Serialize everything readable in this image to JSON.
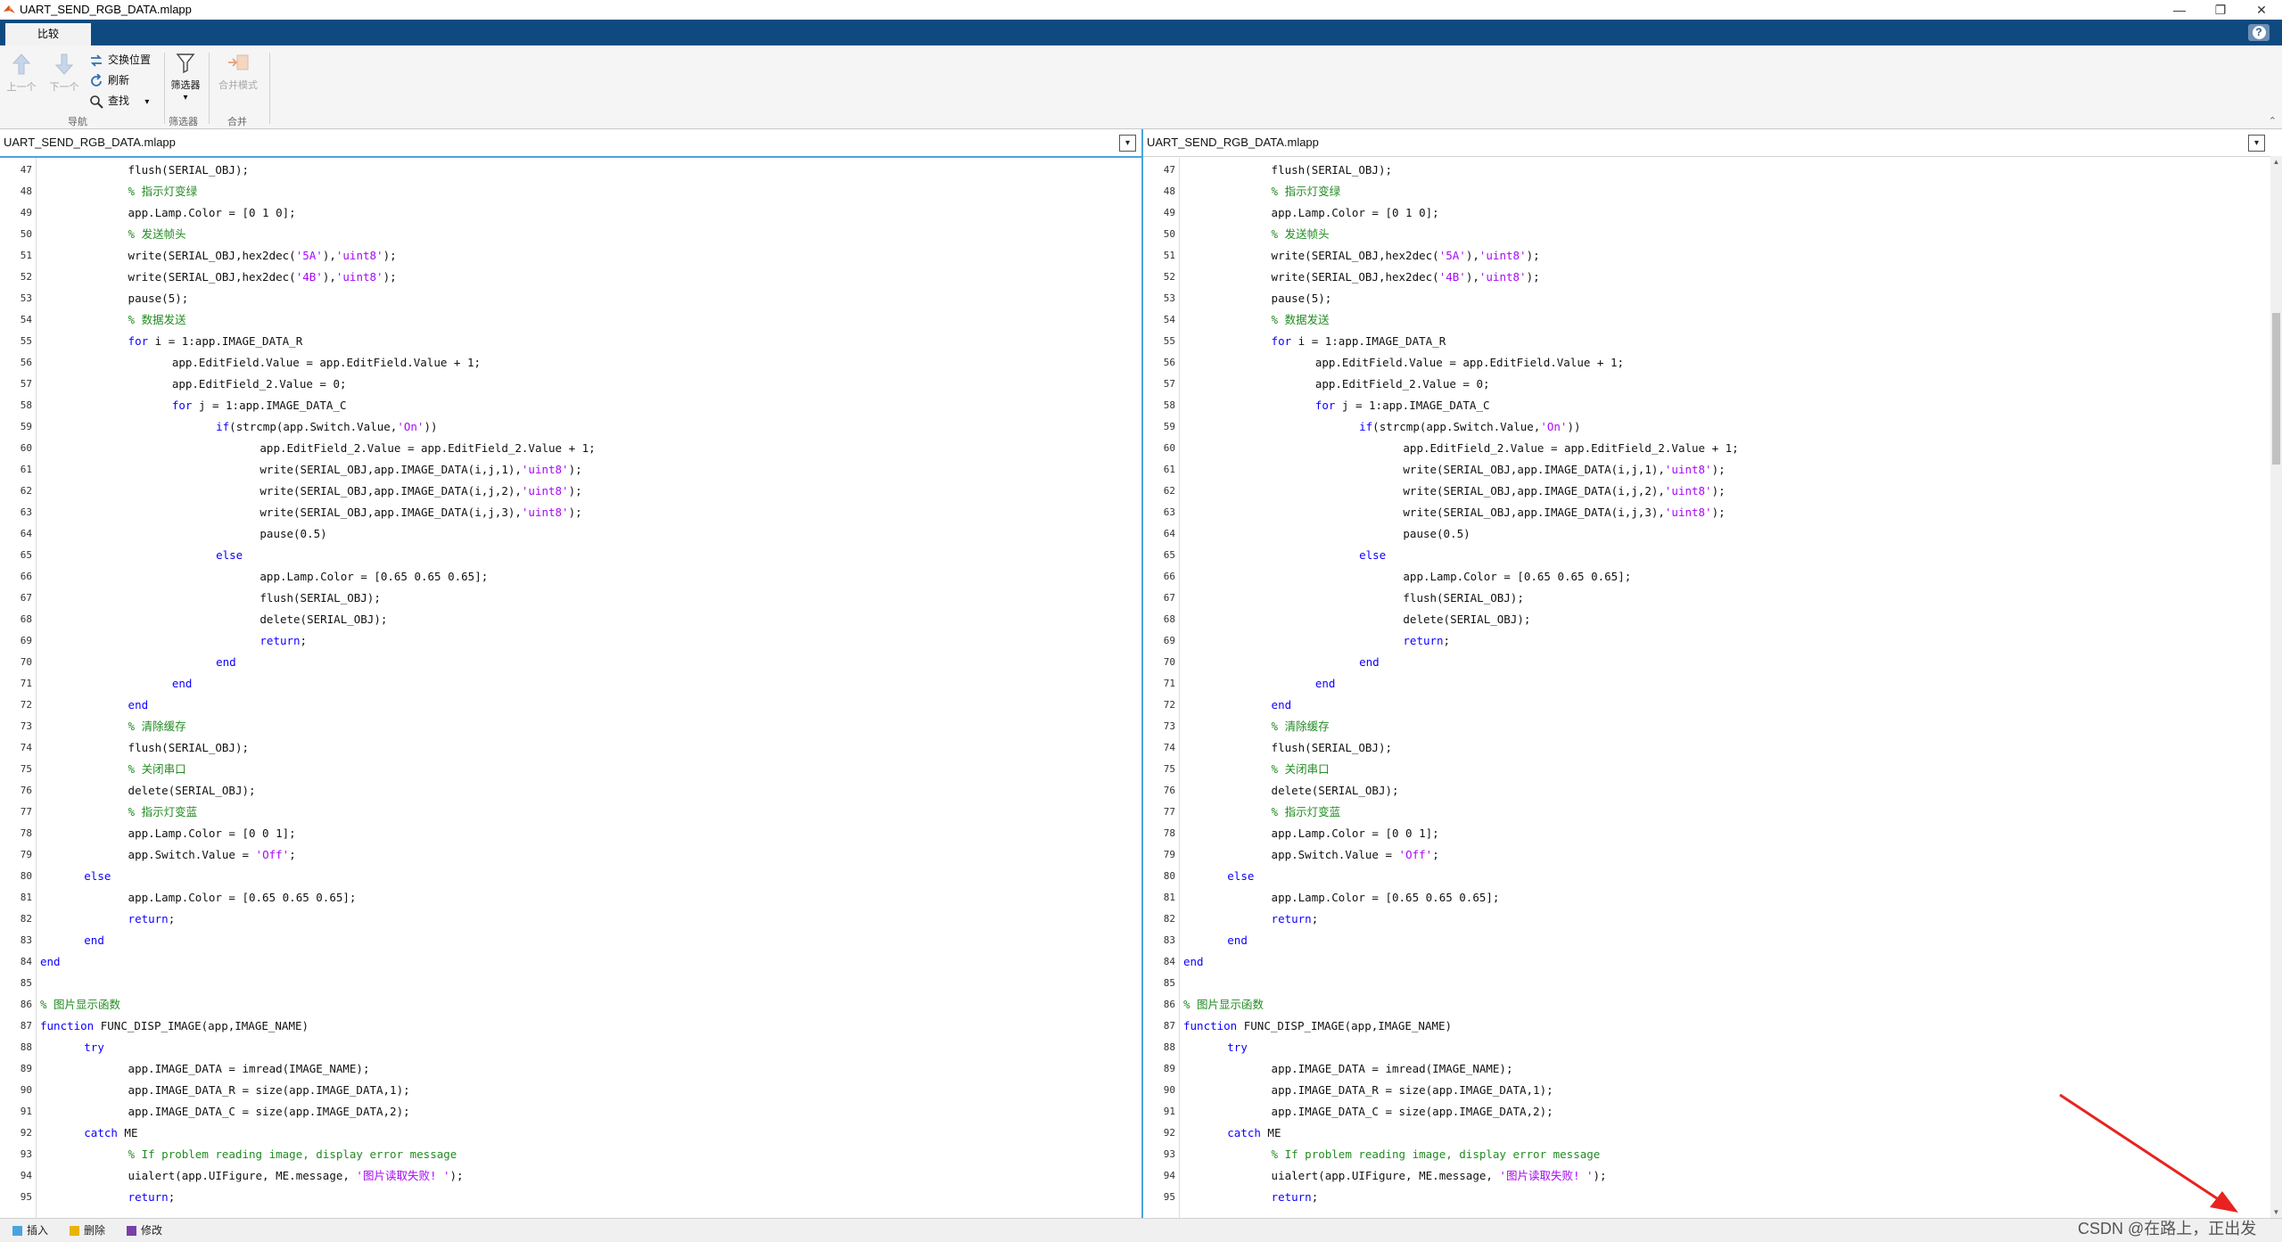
{
  "window": {
    "title": "UART_SEND_RGB_DATA.mlapp",
    "controls": [
      "—",
      "❐",
      "✕"
    ]
  },
  "tab": {
    "label": "比较"
  },
  "help": {
    "label": "?"
  },
  "toolstrip": {
    "prev_label": "上一个",
    "next_label": "下一个",
    "swap_label": "交换位置",
    "refresh_label": "刷新",
    "find_label": "查找",
    "find_dropdown": "▾",
    "filter_label": "筛选器",
    "filter_dropdown": "▾",
    "merge_label": "合并模式",
    "groups": {
      "navigate": "导航",
      "filter": "筛选器",
      "merge": "合并"
    },
    "collapse": "⌃"
  },
  "panes": {
    "left_file": "UART_SEND_RGB_DATA.mlapp",
    "right_file": "UART_SEND_RGB_DATA.mlapp",
    "dropdown": "▾"
  },
  "code": {
    "lines": [
      {
        "n": "47",
        "i": 8,
        "tokens": [
          {
            "t": "flush(SERIAL_OBJ);",
            "c": "n"
          }
        ]
      },
      {
        "n": "48",
        "i": 8,
        "tokens": [
          {
            "t": "% 指示灯变绿",
            "c": "cm"
          }
        ]
      },
      {
        "n": "49",
        "i": 8,
        "tokens": [
          {
            "t": "app.Lamp.Color = [0 1 0];",
            "c": "n"
          }
        ]
      },
      {
        "n": "50",
        "i": 8,
        "tokens": [
          {
            "t": "% 发送帧头",
            "c": "cm"
          }
        ]
      },
      {
        "n": "51",
        "i": 8,
        "tokens": [
          {
            "t": "write(SERIAL_OBJ,hex2dec(",
            "c": "n"
          },
          {
            "t": "'5A'",
            "c": "str"
          },
          {
            "t": "),",
            "c": "n"
          },
          {
            "t": "'uint8'",
            "c": "str"
          },
          {
            "t": ");",
            "c": "n"
          }
        ]
      },
      {
        "n": "52",
        "i": 8,
        "tokens": [
          {
            "t": "write(SERIAL_OBJ,hex2dec(",
            "c": "n"
          },
          {
            "t": "'4B'",
            "c": "str"
          },
          {
            "t": "),",
            "c": "n"
          },
          {
            "t": "'uint8'",
            "c": "str"
          },
          {
            "t": ");",
            "c": "n"
          }
        ]
      },
      {
        "n": "53",
        "i": 8,
        "tokens": [
          {
            "t": "pause(5);",
            "c": "n"
          }
        ]
      },
      {
        "n": "54",
        "i": 8,
        "tokens": [
          {
            "t": "% 数据发送",
            "c": "cm"
          }
        ]
      },
      {
        "n": "55",
        "i": 8,
        "tokens": [
          {
            "t": "for",
            "c": "kw"
          },
          {
            "t": " i = 1:app.IMAGE_DATA_R",
            "c": "n"
          }
        ]
      },
      {
        "n": "56",
        "i": 12,
        "tokens": [
          {
            "t": "app.EditField.Value = app.EditField.Value + 1;",
            "c": "n"
          }
        ]
      },
      {
        "n": "57",
        "i": 12,
        "tokens": [
          {
            "t": "app.EditField_2.Value = 0;",
            "c": "n"
          }
        ]
      },
      {
        "n": "58",
        "i": 12,
        "tokens": [
          {
            "t": "for",
            "c": "kw"
          },
          {
            "t": " j = 1:app.IMAGE_DATA_C",
            "c": "n"
          }
        ]
      },
      {
        "n": "59",
        "i": 16,
        "tokens": [
          {
            "t": "if",
            "c": "kw"
          },
          {
            "t": "(strcmp(app.Switch.Value,",
            "c": "n"
          },
          {
            "t": "'On'",
            "c": "str"
          },
          {
            "t": "))",
            "c": "n"
          }
        ]
      },
      {
        "n": "60",
        "i": 20,
        "tokens": [
          {
            "t": "app.EditField_2.Value = app.EditField_2.Value + 1;",
            "c": "n"
          }
        ]
      },
      {
        "n": "61",
        "i": 20,
        "tokens": [
          {
            "t": "write(SERIAL_OBJ,app.IMAGE_DATA(i,j,1),",
            "c": "n"
          },
          {
            "t": "'uint8'",
            "c": "str"
          },
          {
            "t": ");",
            "c": "n"
          }
        ]
      },
      {
        "n": "62",
        "i": 20,
        "tokens": [
          {
            "t": "write(SERIAL_OBJ,app.IMAGE_DATA(i,j,2),",
            "c": "n"
          },
          {
            "t": "'uint8'",
            "c": "str"
          },
          {
            "t": ");",
            "c": "n"
          }
        ]
      },
      {
        "n": "63",
        "i": 20,
        "tokens": [
          {
            "t": "write(SERIAL_OBJ,app.IMAGE_DATA(i,j,3),",
            "c": "n"
          },
          {
            "t": "'uint8'",
            "c": "str"
          },
          {
            "t": ");",
            "c": "n"
          }
        ]
      },
      {
        "n": "64",
        "i": 20,
        "tokens": [
          {
            "t": "pause(0.5)",
            "c": "n"
          }
        ]
      },
      {
        "n": "65",
        "i": 16,
        "tokens": [
          {
            "t": "else",
            "c": "kw"
          }
        ]
      },
      {
        "n": "66",
        "i": 20,
        "tokens": [
          {
            "t": "app.Lamp.Color = [0.65 0.65 0.65];",
            "c": "n"
          }
        ]
      },
      {
        "n": "67",
        "i": 20,
        "tokens": [
          {
            "t": "flush(SERIAL_OBJ);",
            "c": "n"
          }
        ]
      },
      {
        "n": "68",
        "i": 20,
        "tokens": [
          {
            "t": "delete(SERIAL_OBJ);",
            "c": "n"
          }
        ]
      },
      {
        "n": "69",
        "i": 20,
        "tokens": [
          {
            "t": "return",
            "c": "kw"
          },
          {
            "t": ";",
            "c": "n"
          }
        ]
      },
      {
        "n": "70",
        "i": 16,
        "tokens": [
          {
            "t": "end",
            "c": "kw"
          }
        ]
      },
      {
        "n": "71",
        "i": 12,
        "tokens": [
          {
            "t": "end",
            "c": "kw"
          }
        ]
      },
      {
        "n": "72",
        "i": 8,
        "tokens": [
          {
            "t": "end",
            "c": "kw"
          }
        ]
      },
      {
        "n": "73",
        "i": 8,
        "tokens": [
          {
            "t": "% 清除缓存",
            "c": "cm"
          }
        ]
      },
      {
        "n": "74",
        "i": 8,
        "tokens": [
          {
            "t": "flush(SERIAL_OBJ);",
            "c": "n"
          }
        ]
      },
      {
        "n": "75",
        "i": 8,
        "tokens": [
          {
            "t": "% 关闭串口",
            "c": "cm"
          }
        ]
      },
      {
        "n": "76",
        "i": 8,
        "tokens": [
          {
            "t": "delete(SERIAL_OBJ);",
            "c": "n"
          }
        ]
      },
      {
        "n": "77",
        "i": 8,
        "tokens": [
          {
            "t": "% 指示灯变蓝",
            "c": "cm"
          }
        ]
      },
      {
        "n": "78",
        "i": 8,
        "tokens": [
          {
            "t": "app.Lamp.Color = [0 0 1];",
            "c": "n"
          }
        ]
      },
      {
        "n": "79",
        "i": 8,
        "tokens": [
          {
            "t": "app.Switch.Value = ",
            "c": "n"
          },
          {
            "t": "'Off'",
            "c": "str"
          },
          {
            "t": ";",
            "c": "n"
          }
        ]
      },
      {
        "n": "80",
        "i": 4,
        "tokens": [
          {
            "t": "else",
            "c": "kw"
          }
        ]
      },
      {
        "n": "81",
        "i": 8,
        "tokens": [
          {
            "t": "app.Lamp.Color = [0.65 0.65 0.65];",
            "c": "n"
          }
        ]
      },
      {
        "n": "82",
        "i": 8,
        "tokens": [
          {
            "t": "return",
            "c": "kw"
          },
          {
            "t": ";",
            "c": "n"
          }
        ]
      },
      {
        "n": "83",
        "i": 4,
        "tokens": [
          {
            "t": "end",
            "c": "kw"
          }
        ]
      },
      {
        "n": "84",
        "i": 0,
        "tokens": [
          {
            "t": "end",
            "c": "kw"
          }
        ]
      },
      {
        "n": "85",
        "i": 0,
        "tokens": []
      },
      {
        "n": "86",
        "i": 0,
        "tokens": [
          {
            "t": "% 图片显示函数",
            "c": "cm"
          }
        ]
      },
      {
        "n": "87",
        "i": 0,
        "tokens": [
          {
            "t": "function",
            "c": "kw"
          },
          {
            "t": " FUNC_DISP_IMAGE(app,IMAGE_NAME)",
            "c": "n"
          }
        ]
      },
      {
        "n": "88",
        "i": 4,
        "tokens": [
          {
            "t": "try",
            "c": "kw"
          }
        ]
      },
      {
        "n": "89",
        "i": 8,
        "tokens": [
          {
            "t": "app.IMAGE_DATA = imread(IMAGE_NAME);",
            "c": "n"
          }
        ]
      },
      {
        "n": "90",
        "i": 8,
        "tokens": [
          {
            "t": "app.IMAGE_DATA_R = size(app.IMAGE_DATA,1);",
            "c": "n"
          }
        ]
      },
      {
        "n": "91",
        "i": 8,
        "tokens": [
          {
            "t": "app.IMAGE_DATA_C = size(app.IMAGE_DATA,2);",
            "c": "n"
          }
        ]
      },
      {
        "n": "92",
        "i": 4,
        "tokens": [
          {
            "t": "catch",
            "c": "kw"
          },
          {
            "t": " ME",
            "c": "n"
          }
        ]
      },
      {
        "n": "93",
        "i": 8,
        "tokens": [
          {
            "t": "% If problem reading image, display error message",
            "c": "cm"
          }
        ]
      },
      {
        "n": "94",
        "i": 8,
        "tokens": [
          {
            "t": "uialert(app.UIFigure, ME.message, ",
            "c": "n"
          },
          {
            "t": "'图片读取失败! '",
            "c": "str"
          },
          {
            "t": ");",
            "c": "n"
          }
        ]
      },
      {
        "n": "95",
        "i": 8,
        "tokens": [
          {
            "t": "return",
            "c": "kw"
          },
          {
            "t": ";",
            "c": "n"
          }
        ]
      }
    ]
  },
  "status": {
    "insert_label": "插入",
    "delete_label": "删除",
    "modify_label": "修改"
  },
  "watermark": "CSDN @在路上，正出发",
  "colors": {
    "tabstrip": "#0e4a80",
    "keyword": "#0e00ff",
    "comment": "#228b22",
    "string": "#a709f5",
    "pane_focus": "#4aa3e0",
    "insert": "#4aa3e0",
    "delete": "#e8b400",
    "modify": "#7b3fa8",
    "annotation_arrow": "#e8231f"
  }
}
